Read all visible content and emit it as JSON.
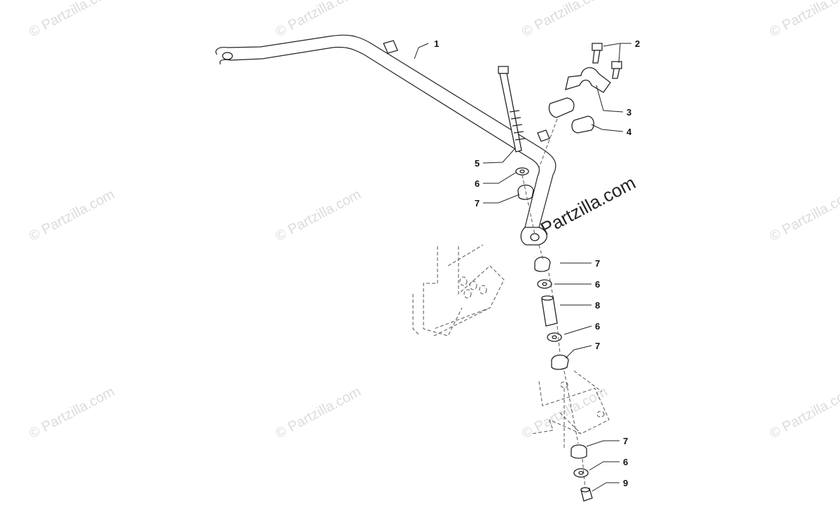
{
  "watermark": {
    "small": "© Partzilla.com",
    "large": "© Partzilla.com"
  },
  "callouts": [
    "1",
    "2",
    "3",
    "4",
    "5",
    "6",
    "7",
    "7",
    "6",
    "8",
    "6",
    "7",
    "7",
    "6",
    "9"
  ]
}
